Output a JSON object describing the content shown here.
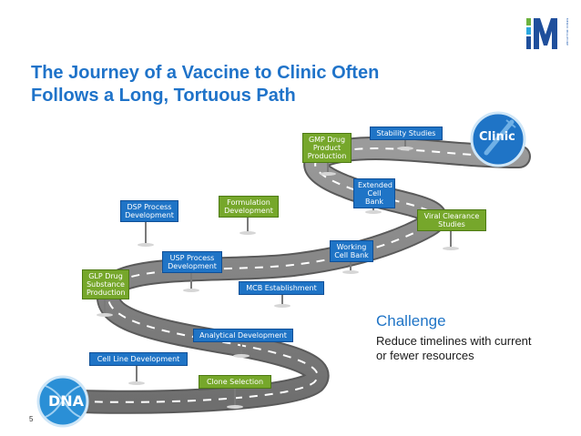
{
  "title": {
    "line1": "The Journey of a Vaccine to Clinic Often",
    "line2": "Follows a Long, Tortuous Path"
  },
  "brand": {
    "logo_letter": "M",
    "logo_subtext": "MERCK MILLIPORE",
    "colors": {
      "blue": "#1f74c6",
      "green": "#76a72b",
      "title_blue": "#1f73c9"
    }
  },
  "badges": {
    "start": "DNA",
    "end": "Clinic"
  },
  "milestones": [
    {
      "id": "cell-line-development",
      "lines": [
        "Cell Line Development"
      ],
      "color": "blue"
    },
    {
      "id": "clone-selection",
      "lines": [
        "Clone Selection"
      ],
      "color": "green"
    },
    {
      "id": "analytical-development",
      "lines": [
        "Analytical Development"
      ],
      "color": "blue"
    },
    {
      "id": "glp-drug-substance-production",
      "lines": [
        "GLP Drug",
        "Substance",
        "Production"
      ],
      "color": "green"
    },
    {
      "id": "mcb-establishment",
      "lines": [
        "MCB Establishment"
      ],
      "color": "blue"
    },
    {
      "id": "usp-process-development",
      "lines": [
        "USP Process",
        "Development"
      ],
      "color": "blue"
    },
    {
      "id": "working-cell-bank",
      "lines": [
        "Working",
        "Cell Bank"
      ],
      "color": "blue"
    },
    {
      "id": "dsp-process-development",
      "lines": [
        "DSP Process",
        "Development"
      ],
      "color": "blue"
    },
    {
      "id": "formulation-development",
      "lines": [
        "Formulation",
        "Development"
      ],
      "color": "green"
    },
    {
      "id": "viral-clearance-studies",
      "lines": [
        "Viral Clearance",
        "Studies"
      ],
      "color": "green"
    },
    {
      "id": "extended-cell-bank",
      "lines": [
        "Extended",
        "Cell Bank"
      ],
      "color": "blue"
    },
    {
      "id": "gmp-drug-product-production",
      "lines": [
        "GMP Drug",
        "Product",
        "Production"
      ],
      "color": "green"
    },
    {
      "id": "stability-studies",
      "lines": [
        "Stability Studies"
      ],
      "color": "blue"
    }
  ],
  "challenge": {
    "heading": "Challenge",
    "text": "Reduce timelines with current or fewer resources"
  },
  "page_number": "5"
}
